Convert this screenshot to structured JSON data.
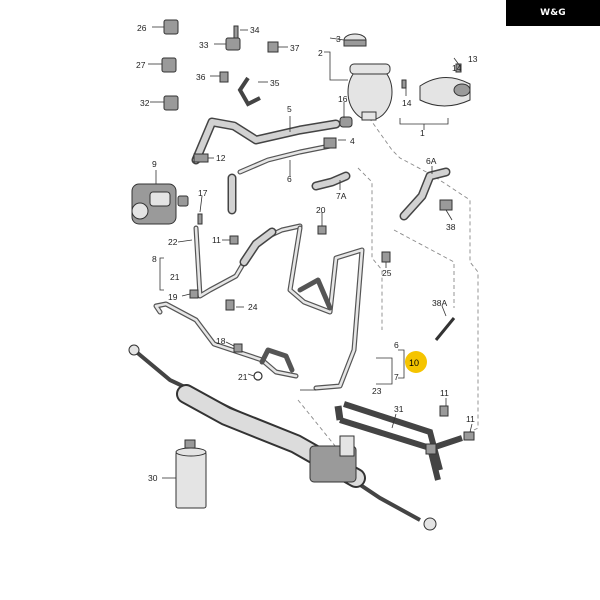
{
  "brand": {
    "text": "W&G"
  },
  "callouts": {
    "c1": "1",
    "c2": "2",
    "c3": "3",
    "c4": "4",
    "c5": "5",
    "c6": "6",
    "c6a": "6A",
    "c7": "7",
    "c7a": "7A",
    "c8": "8",
    "c9": "9",
    "c10": "10",
    "c11a": "11",
    "c11b": "11",
    "c11c": "11",
    "c12": "12",
    "c13": "13",
    "c14a": "14",
    "c14b": "14",
    "c16": "16",
    "c17": "17",
    "c18": "18",
    "c19": "19",
    "c20": "20",
    "c21a": "21",
    "c21b": "21",
    "c22": "22",
    "c23": "23",
    "c24": "24",
    "c25": "25",
    "c26": "26",
    "c27": "27",
    "c30": "30",
    "c31": "31",
    "c32": "32",
    "c33": "33",
    "c34": "34",
    "c35": "35",
    "c36": "36",
    "c37": "37",
    "c38": "38",
    "c38a": "38A"
  },
  "highlight": {
    "color": "#f5c400"
  }
}
